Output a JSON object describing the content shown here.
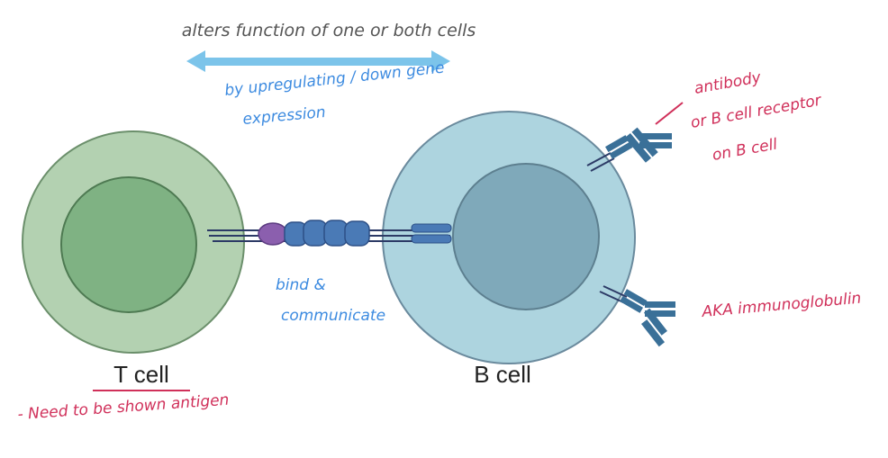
{
  "title": "alters function of one or both cells",
  "colors": {
    "arrow": "#7cc4ea",
    "t_cell_outer": "#b3d1b1",
    "t_cell_inner": "#7fb283",
    "b_cell_outer": "#add4df",
    "b_cell_inner": "#7fa9ba",
    "receptor": "#4a7ab6",
    "antibody": "#3a7098",
    "annotation_blue": "#3d8be0",
    "annotation_red": "#d0305a"
  },
  "cells": {
    "t_cell": {
      "label": "T cell"
    },
    "b_cell": {
      "label": "B cell"
    }
  },
  "annotations": {
    "arrow_note_line1": "by upregulating / down gene",
    "arrow_note_line2": "expression",
    "bind_line1": "bind &",
    "bind_line2": "communicate",
    "antibody_line1": "antibody",
    "antibody_line2": "or B cell receptor",
    "antibody_line3": "on B cell",
    "aka": "AKA immunoglobulin",
    "t_cell_note": "- Need to be shown antigen"
  }
}
